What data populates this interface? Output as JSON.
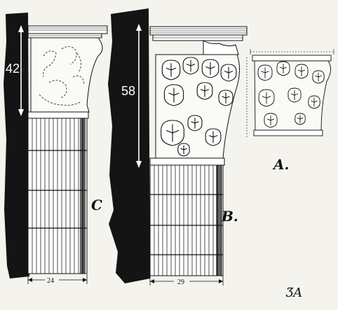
{
  "figures": {
    "a": {
      "label": "A."
    },
    "b": {
      "label": "B.",
      "height_dim": "58",
      "width_dim": "29"
    },
    "c": {
      "label": "C",
      "height_dim": "42",
      "width_dim": "24"
    }
  },
  "monogram": "ƷA"
}
